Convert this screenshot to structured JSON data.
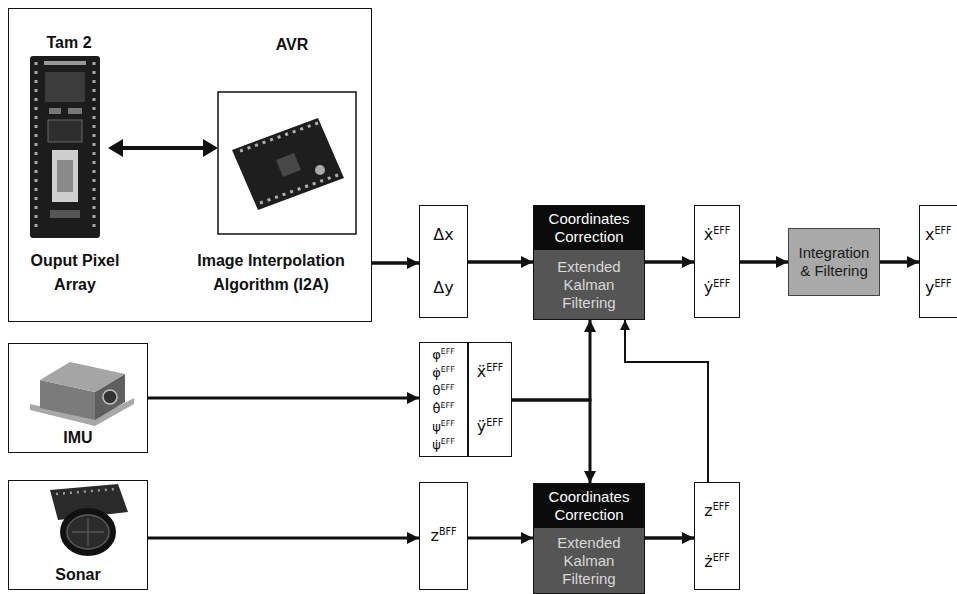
{
  "diagram": {
    "nodes": [
      {
        "text": [
          "Tam 2",
          "AVR",
          "Ouput Pixel Array",
          "Image Interpolation Algorithm (I2A)"
        ]
      },
      {
        "text": [
          "Δx",
          "Δy"
        ]
      },
      {
        "text": [
          "Coordinates Correction",
          "Extended Kalman Filtering"
        ]
      },
      {
        "text": [
          "ẋEFF",
          "ẏEFF"
        ]
      },
      {
        "text": [
          "Integration & Filtering"
        ]
      },
      {
        "text": [
          "xEFF",
          "yEFF"
        ]
      },
      {
        "text": [
          "IMU"
        ]
      },
      {
        "text": [
          "φEFF",
          "φ̇EFF",
          "θEFF",
          "θ̇EFF",
          "ψEFF",
          "ψ̇EFF"
        ]
      },
      {
        "text": [
          "ẍEFF",
          "ÿEFF"
        ]
      },
      {
        "text": [
          "Sonar"
        ]
      },
      {
        "text": [
          "zBFF"
        ]
      },
      {
        "text": [
          "Coordinates Correction",
          "Extended Kalman Filtering"
        ]
      },
      {
        "text": [
          "zEFF",
          "żEFF"
        ]
      }
    ],
    "edges": [
      {
        "from": 0,
        "to": 1,
        "arrow": "to"
      },
      {
        "from": 1,
        "to": 2,
        "arrow": "to"
      },
      {
        "from": 2,
        "to": 3,
        "arrow": "to"
      },
      {
        "from": 3,
        "to": 4,
        "arrow": "to"
      },
      {
        "from": 4,
        "to": 5,
        "arrow": "to"
      },
      {
        "from": 6,
        "to": 7,
        "arrow": "to"
      },
      {
        "from": 8,
        "to": 2,
        "arrow": "to"
      },
      {
        "from": 8,
        "to": 11,
        "arrow": "to"
      },
      {
        "from": 9,
        "to": 10,
        "arrow": "to"
      },
      {
        "from": 10,
        "to": 11,
        "arrow": "to"
      },
      {
        "from": 11,
        "to": 12,
        "arrow": "to"
      },
      {
        "from": 12,
        "to": 2,
        "arrow": "to"
      }
    ]
  }
}
